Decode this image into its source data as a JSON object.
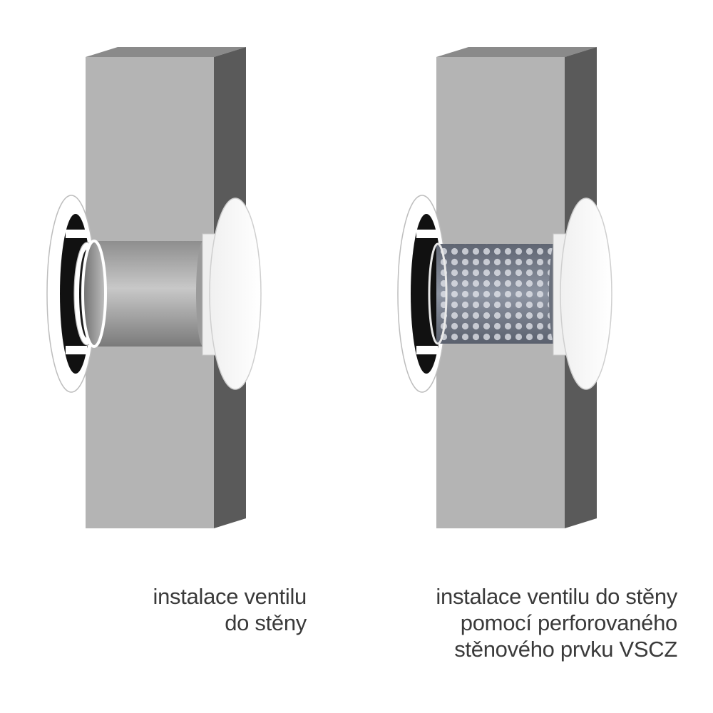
{
  "captions": {
    "left": [
      "instalace ventilu",
      "do stěny"
    ],
    "right": [
      "instalace ventilu do stěny",
      "pomocí perforovaného",
      "stěnového prvku VSCZ"
    ]
  },
  "colors": {
    "wall_front": "#b4b4b4",
    "wall_side": "#5a5a5a",
    "wall_top": "#8a8a8a",
    "flange": "#ffffff",
    "flange_edge": "#cfcfcf",
    "pipe_solid": "#a6a6a6",
    "pipe_perforated": "#7c8290",
    "caption_text": "#3a3a3a"
  }
}
